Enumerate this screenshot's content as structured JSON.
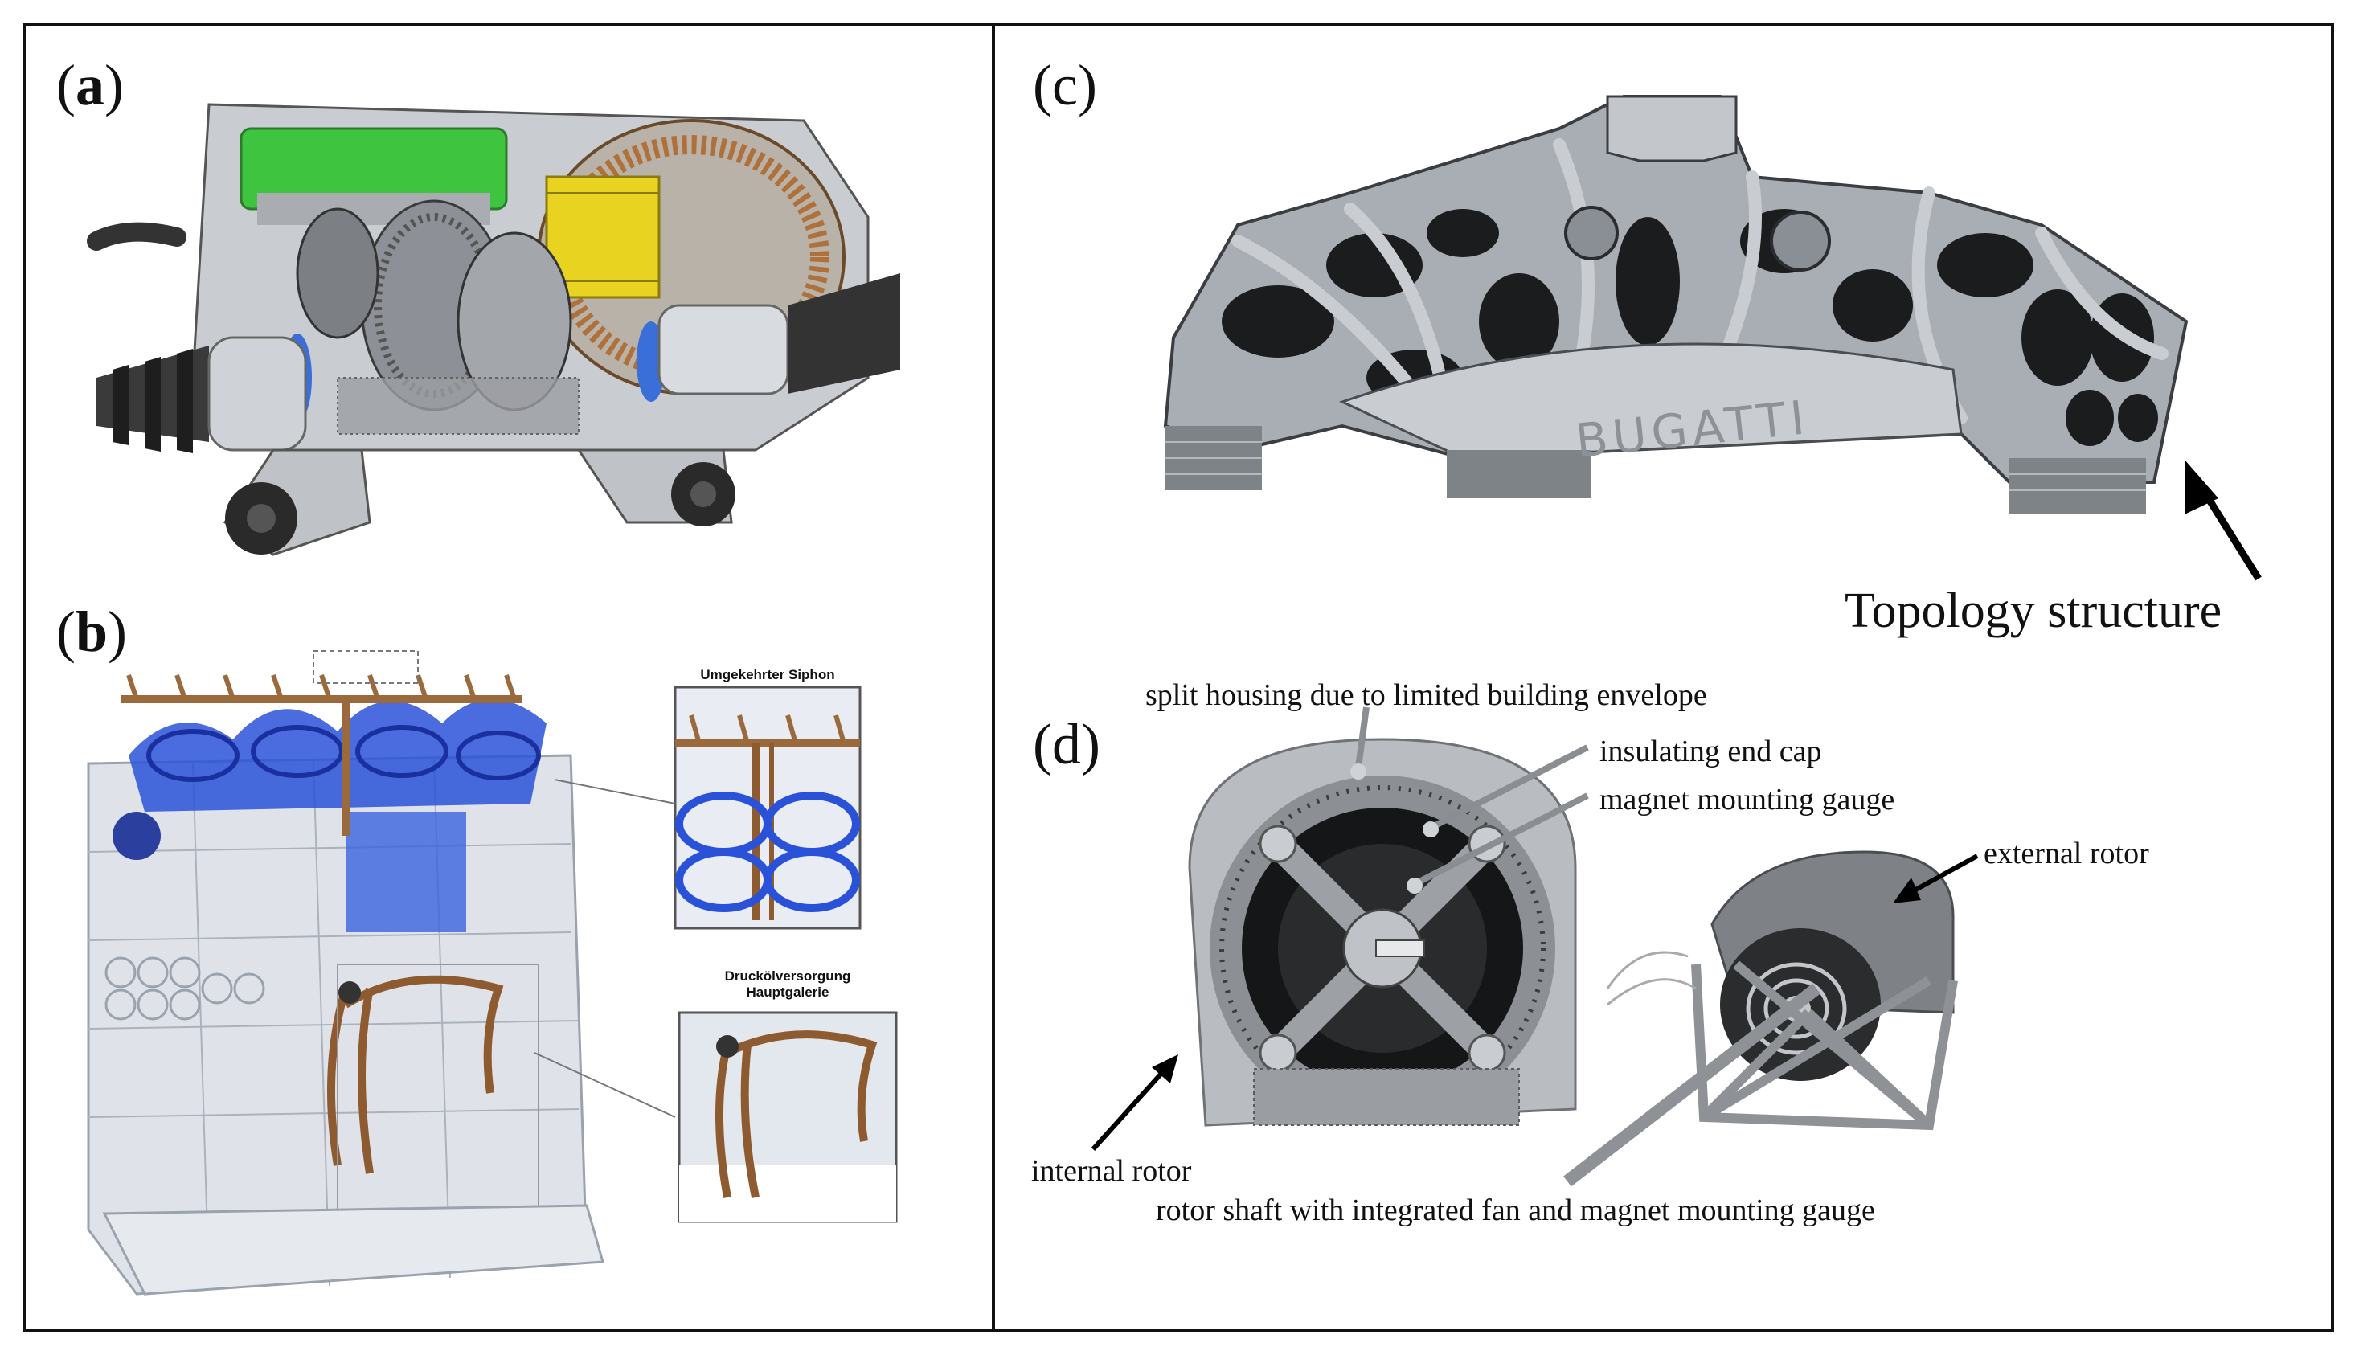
{
  "panels": {
    "a": {
      "label_open": "(",
      "label_letter": "a",
      "label_close": ")"
    },
    "b": {
      "label_open": "(",
      "label_letter": "b",
      "label_close": ")",
      "inset_top_title": "Umgekehrter Siphon",
      "inset_bottom_title_line1": "Druckölversorgung",
      "inset_bottom_title_line2": "Hauptgalerie"
    },
    "c": {
      "label_open": "(",
      "label_letter": "c",
      "label_close": ")",
      "logo_text": "BUGATTI",
      "annotation": "Topology structure"
    },
    "d": {
      "label_open": "(",
      "label_letter": "d",
      "label_close": ")",
      "annotations": {
        "split_housing": "split housing due to limited building envelope",
        "insulating_end_cap": "insulating end cap",
        "magnet_mounting_gauge": "magnet mounting gauge",
        "external_rotor": "external rotor",
        "internal_rotor": "internal rotor",
        "rotor_shaft": "rotor shaft with integrated fan and magnet mounting gauge"
      }
    }
  },
  "colors": {
    "border": "#111111",
    "housing_gray": "#c9ccd0",
    "green_cover": "#3ec43e",
    "yellow_magnet": "#e8d420",
    "copper": "#b0703a",
    "blue_channels": "#2a52d8",
    "casting_silver": "#d9dde3",
    "caliper_metal": "#9fa4aa"
  }
}
